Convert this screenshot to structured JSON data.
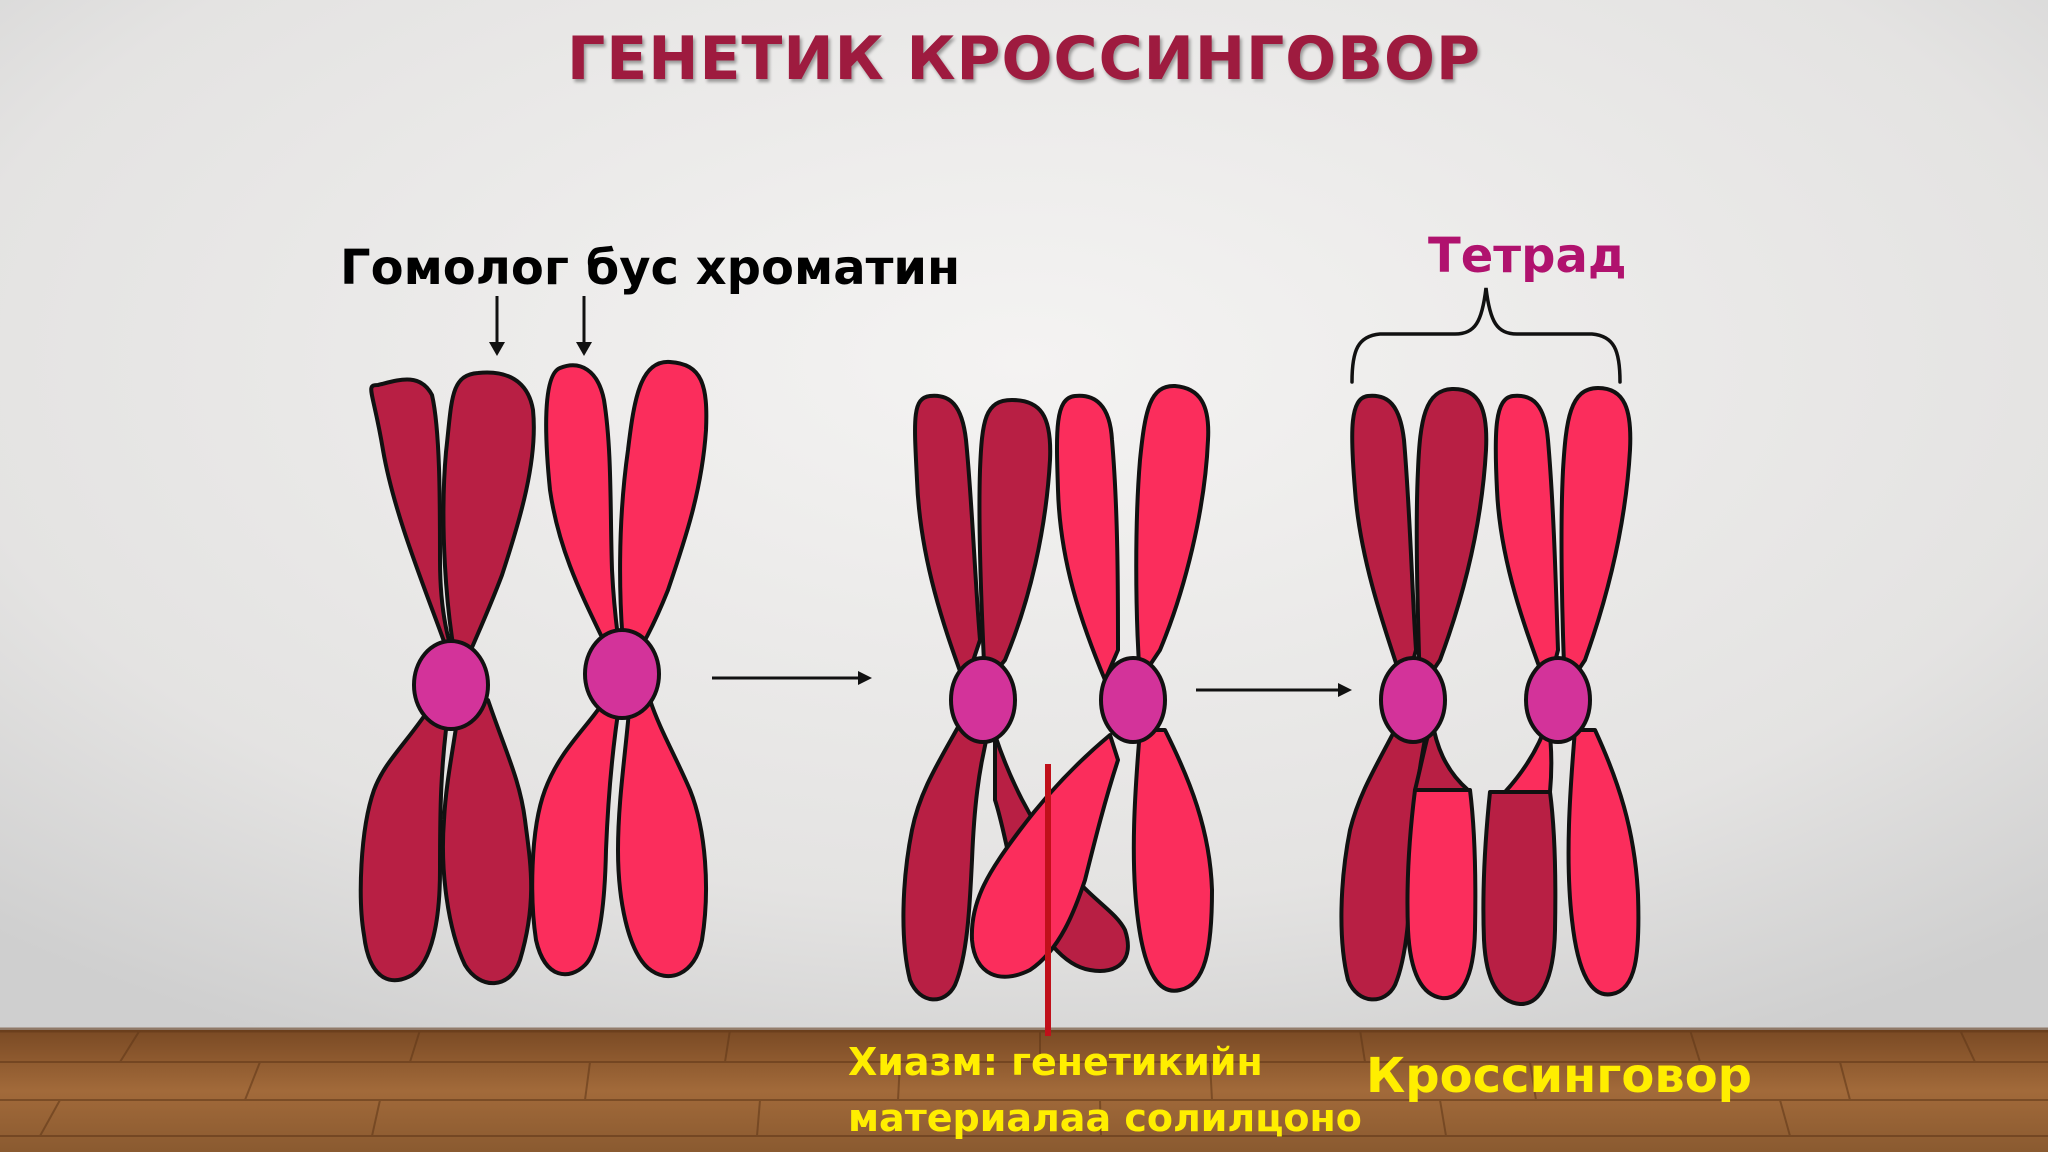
{
  "title": "ГЕНЕТИК КРОССИНГОВОР",
  "labels": {
    "homolog": "Гомолог бус хроматин",
    "tetrad": "Тетрад",
    "chiasma_line1": "Хиазм: генетикийн",
    "chiasma_line2": "материалаа солилцоно",
    "crossover": "Кроссинговор"
  },
  "colors": {
    "title": "#9e1b3f",
    "chromosome_dark": "#b81f44",
    "chromosome_light": "#fb2d5c",
    "centromere": "#d3339a",
    "tetrad_label": "#b0126e",
    "bottom_labels": "#ffee00",
    "chiasma_line": "#c0101a"
  }
}
